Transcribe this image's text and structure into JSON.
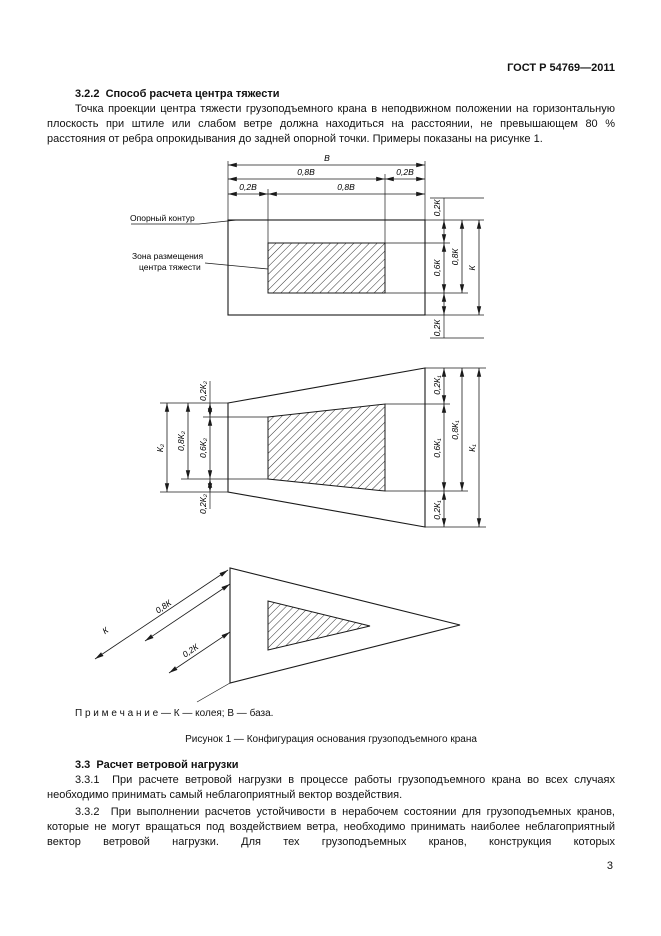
{
  "header": {
    "doc_number": "ГОСТ Р 54769—2011"
  },
  "s322": {
    "heading": "3.2.2  Способ расчета центра тяжести",
    "para": "Точка проекции центра тяжести грузоподъемного крана в неподвижном положении на горизонтальную плоскость при штиле или слабом ветре должна находиться на расстоянии, не превышающем 80 % расстояния от ребра опрокидывания до задней опорной точки. Примеры показаны на рисунке 1."
  },
  "figure": {
    "callouts": {
      "support_contour": "Опорный контур",
      "zone_line1": "Зона размещения",
      "zone_line2": "центра тяжести"
    },
    "dims": {
      "b": "В",
      "b08": "0,8В",
      "b02": "0,2В",
      "k": "К",
      "k02": "0,2К",
      "k06": "0,6К",
      "k08": "0,8К",
      "k1": "К₁",
      "k1_02": "0,2К₁",
      "k1_06": "0,6К₁",
      "k1_08": "0,8К₁",
      "k2": "К₂",
      "k2_02": "0,2К₂",
      "k2_06": "0,6К₂",
      "k2_08": "0,8К₂"
    },
    "note": "П р и м е ч а н и е — К — колея; В — база.",
    "caption": "Рисунок 1 — Конфигурация основания грузоподъемного крана"
  },
  "s33": {
    "heading": "3.3  Расчет ветровой нагрузки",
    "p331": "3.3.1  При расчете ветровой нагрузки в процессе работы грузоподъемного крана во всех случаях необходимо принимать самый неблагоприятный вектор воздействия.",
    "p332": "3.3.2  При выполнении расчетов устойчивости в нерабочем состоянии для грузоподъемных кранов, которые не могут вращаться под воздействием ветра, необходимо принимать наиболее неблагоприятный вектор ветровой нагрузки. Для тех грузоподъемных кранов, конструкция которых"
  },
  "page_number": "3"
}
